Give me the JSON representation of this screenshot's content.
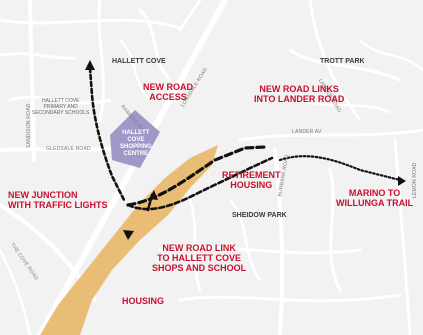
{
  "map": {
    "places": {
      "hallett_cove": "HALLETT COVE",
      "trott_park": "TROTT PARK",
      "sheidow_park": "SHEIDOW PARK"
    },
    "roads": {
      "sandison": "SANDISON ROAD",
      "gledsdale": "GLEDSALE ROAD",
      "the_cove": "THE COVE ROAD",
      "lonsdale": "LONSDALE ROAD",
      "lander_rd": "LANDER ROAD",
      "lander_av": "LANDER AV",
      "burbank": "BURBANK ROAD",
      "lemon": "LEMON ROAD",
      "ramrod": "RAMROD AV"
    },
    "schools": [
      "HALLETT COVE",
      "PRIMARY AND",
      "SECONDARY SCHOOLS"
    ],
    "shopping_centre": [
      "HALLETT",
      "COVE",
      "SHOPPING",
      "CENTRE"
    ],
    "annotations": {
      "new_road_access": [
        "NEW ROAD",
        "ACCESS"
      ],
      "new_road_links": [
        "NEW ROAD LINKS",
        "INTO LANDER ROAD"
      ],
      "retirement": [
        "RETIREMENT",
        "HOUSING"
      ],
      "new_junction": [
        "NEW JUNCTION",
        "WITH TRAFFIC LIGHTS"
      ],
      "marino_trail": [
        "MARINO TO",
        "WILLUNGA TRAIL"
      ],
      "new_road_link_shops": [
        "NEW ROAD LINK",
        "TO HALLETT COVE",
        "SHOPS AND SCHOOL"
      ],
      "housing": "HOUSING"
    },
    "colors": {
      "development_zone": "#e8b86a",
      "shopping_centre": "#9e99c9",
      "annotation_text": "#c8102e",
      "road_lines": "#ffffff",
      "background": "#f2f2f2",
      "route_line": "#111111"
    }
  }
}
